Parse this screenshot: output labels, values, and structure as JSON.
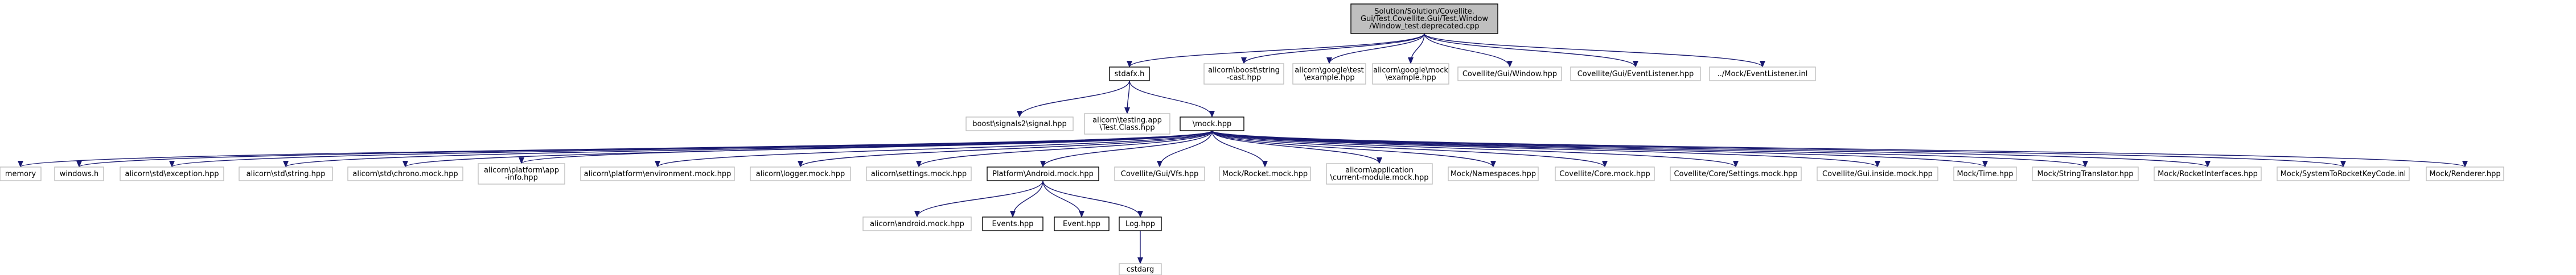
{
  "colors": {
    "edge": "#191970",
    "root_fill": "#bfbfbf",
    "root_stroke": "#000000",
    "linked_fill": "#ffffff",
    "linked_stroke": "#000000",
    "plain_fill": "#ffffff",
    "plain_stroke": "#bfbfbf"
  },
  "nodes": [
    {
      "id": "root",
      "style": "root",
      "lines": [
        "Solution/Solution/Covellite.",
        "Gui/Test.Covellite.Gui/Test.Window",
        "/Window_test.deprecated.cpp"
      ]
    },
    {
      "id": "stdafx",
      "style": "linked",
      "lines": [
        "stdafx.h"
      ]
    },
    {
      "id": "boost_string_cast",
      "style": "plain",
      "lines": [
        "alicorn\\boost\\string",
        "-cast.hpp"
      ]
    },
    {
      "id": "gtest_example",
      "style": "plain",
      "lines": [
        "alicorn\\google\\test",
        "\\example.hpp"
      ]
    },
    {
      "id": "gmock_example",
      "style": "plain",
      "lines": [
        "alicorn\\google\\mock",
        "\\example.hpp"
      ]
    },
    {
      "id": "gui_window",
      "style": "plain",
      "lines": [
        "Covellite/Gui/Window.hpp"
      ]
    },
    {
      "id": "gui_eventlistener",
      "style": "plain",
      "lines": [
        "Covellite/Gui/EventListener.hpp"
      ]
    },
    {
      "id": "mock_eventlistener",
      "style": "plain",
      "lines": [
        "../Mock/EventListener.inl"
      ]
    },
    {
      "id": "boost_signals2",
      "style": "plain",
      "lines": [
        "boost\\signals2\\signal.hpp"
      ]
    },
    {
      "id": "testing_app",
      "style": "plain",
      "lines": [
        "alicorn\\testing.app",
        "\\Test.Class.hpp"
      ]
    },
    {
      "id": "mock_hpp",
      "style": "linked",
      "lines": [
        "\\mock.hpp"
      ]
    },
    {
      "id": "memory",
      "style": "plain",
      "lines": [
        "memory"
      ]
    },
    {
      "id": "windows_h",
      "style": "plain",
      "lines": [
        "windows.h"
      ]
    },
    {
      "id": "std_exception",
      "style": "plain",
      "lines": [
        "alicorn\\std\\exception.hpp"
      ]
    },
    {
      "id": "std_string",
      "style": "plain",
      "lines": [
        "alicorn\\std\\string.hpp"
      ]
    },
    {
      "id": "std_chrono",
      "style": "plain",
      "lines": [
        "alicorn\\std\\chrono.mock.hpp"
      ]
    },
    {
      "id": "platform_app_info",
      "style": "plain",
      "lines": [
        "alicorn\\platform\\app",
        "-info.hpp"
      ]
    },
    {
      "id": "platform_environment",
      "style": "plain",
      "lines": [
        "alicorn\\platform\\environment.mock.hpp"
      ]
    },
    {
      "id": "logger_mock",
      "style": "plain",
      "lines": [
        "alicorn\\logger.mock.hpp"
      ]
    },
    {
      "id": "settings_mock",
      "style": "plain",
      "lines": [
        "alicorn\\settings.mock.hpp"
      ]
    },
    {
      "id": "platform_android",
      "style": "linked",
      "lines": [
        "Platform\\Android.mock.hpp"
      ]
    },
    {
      "id": "gui_vfs",
      "style": "plain",
      "lines": [
        "Covellite/Gui/Vfs.hpp"
      ]
    },
    {
      "id": "mock_rocket",
      "style": "plain",
      "lines": [
        "Mock/Rocket.mock.hpp"
      ]
    },
    {
      "id": "current_module",
      "style": "plain",
      "lines": [
        "alicorn\\application",
        "\\current-module.mock.hpp"
      ]
    },
    {
      "id": "mock_namespaces",
      "style": "plain",
      "lines": [
        "Mock/Namespaces.hpp"
      ]
    },
    {
      "id": "core_mock",
      "style": "plain",
      "lines": [
        "Covellite/Core.mock.hpp"
      ]
    },
    {
      "id": "core_settings_mock",
      "style": "plain",
      "lines": [
        "Covellite/Core/Settings.mock.hpp"
      ]
    },
    {
      "id": "gui_inside_mock",
      "style": "plain",
      "lines": [
        "Covellite/Gui.inside.mock.hpp"
      ]
    },
    {
      "id": "mock_time",
      "style": "plain",
      "lines": [
        "Mock/Time.hpp"
      ]
    },
    {
      "id": "mock_stringtranslator",
      "style": "plain",
      "lines": [
        "Mock/StringTranslator.hpp"
      ]
    },
    {
      "id": "mock_rocketinterfaces",
      "style": "plain",
      "lines": [
        "Mock/RocketInterfaces.hpp"
      ]
    },
    {
      "id": "mock_systemtorocket",
      "style": "plain",
      "lines": [
        "Mock/SystemToRocketKeyCode.inl"
      ]
    },
    {
      "id": "mock_renderer",
      "style": "plain",
      "lines": [
        "Mock/Renderer.hpp"
      ]
    },
    {
      "id": "android_mock",
      "style": "plain",
      "lines": [
        "alicorn\\android.mock.hpp"
      ]
    },
    {
      "id": "events_hpp",
      "style": "linked",
      "lines": [
        "Events.hpp"
      ]
    },
    {
      "id": "event_hpp",
      "style": "linked",
      "lines": [
        "Event.hpp"
      ]
    },
    {
      "id": "log_hpp",
      "style": "linked",
      "lines": [
        "Log.hpp"
      ]
    },
    {
      "id": "cstdarg",
      "style": "plain",
      "lines": [
        "cstdarg"
      ]
    }
  ],
  "edges": [
    [
      "root",
      "stdafx"
    ],
    [
      "root",
      "boost_string_cast"
    ],
    [
      "root",
      "gtest_example"
    ],
    [
      "root",
      "gmock_example"
    ],
    [
      "root",
      "gui_window"
    ],
    [
      "root",
      "gui_eventlistener"
    ],
    [
      "root",
      "mock_eventlistener"
    ],
    [
      "stdafx",
      "boost_signals2"
    ],
    [
      "stdafx",
      "testing_app"
    ],
    [
      "stdafx",
      "mock_hpp"
    ],
    [
      "mock_hpp",
      "memory"
    ],
    [
      "mock_hpp",
      "windows_h"
    ],
    [
      "mock_hpp",
      "std_exception"
    ],
    [
      "mock_hpp",
      "std_string"
    ],
    [
      "mock_hpp",
      "std_chrono"
    ],
    [
      "mock_hpp",
      "platform_app_info"
    ],
    [
      "mock_hpp",
      "platform_environment"
    ],
    [
      "mock_hpp",
      "logger_mock"
    ],
    [
      "mock_hpp",
      "settings_mock"
    ],
    [
      "mock_hpp",
      "platform_android"
    ],
    [
      "mock_hpp",
      "gui_vfs"
    ],
    [
      "mock_hpp",
      "mock_rocket"
    ],
    [
      "mock_hpp",
      "current_module"
    ],
    [
      "mock_hpp",
      "mock_namespaces"
    ],
    [
      "mock_hpp",
      "core_mock"
    ],
    [
      "mock_hpp",
      "core_settings_mock"
    ],
    [
      "mock_hpp",
      "gui_inside_mock"
    ],
    [
      "mock_hpp",
      "mock_time"
    ],
    [
      "mock_hpp",
      "mock_stringtranslator"
    ],
    [
      "mock_hpp",
      "mock_rocketinterfaces"
    ],
    [
      "mock_hpp",
      "mock_systemtorocket"
    ],
    [
      "mock_hpp",
      "mock_renderer"
    ],
    [
      "platform_android",
      "android_mock"
    ],
    [
      "platform_android",
      "events_hpp"
    ],
    [
      "platform_android",
      "event_hpp"
    ],
    [
      "platform_android",
      "log_hpp"
    ],
    [
      "log_hpp",
      "cstdarg"
    ]
  ]
}
